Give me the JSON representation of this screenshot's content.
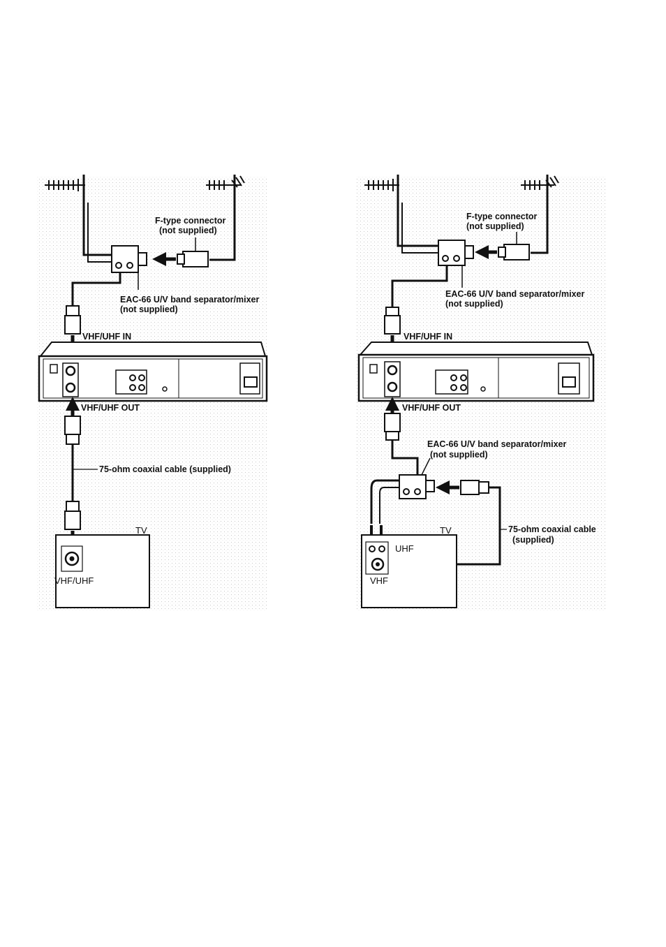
{
  "left": {
    "ftype_connector": [
      "F-type connector",
      "(not supplied)"
    ],
    "separator": [
      "EAC-66 U/V band separator/mixer",
      "(not supplied)"
    ],
    "vhf_uhf_in": "VHF/UHF IN",
    "vhf_uhf_out": "VHF/UHF OUT",
    "coax": "75-ohm coaxial cable (supplied)",
    "tv": "TV",
    "tv_port": "VHF/UHF"
  },
  "right": {
    "ftype_connector": [
      "F-type connector",
      "(not supplied)"
    ],
    "separator_top": [
      "EAC-66 U/V band separator/mixer",
      "(not supplied)"
    ],
    "vhf_uhf_in": "VHF/UHF IN",
    "vhf_uhf_out": "VHF/UHF OUT",
    "separator_bottom": [
      "EAC-66 U/V band separator/mixer",
      "(not supplied)"
    ],
    "coax": [
      "75-ohm coaxial cable",
      "(supplied)"
    ],
    "tv": "TV",
    "tv_uhf": "UHF",
    "tv_vhf": "VHF"
  }
}
